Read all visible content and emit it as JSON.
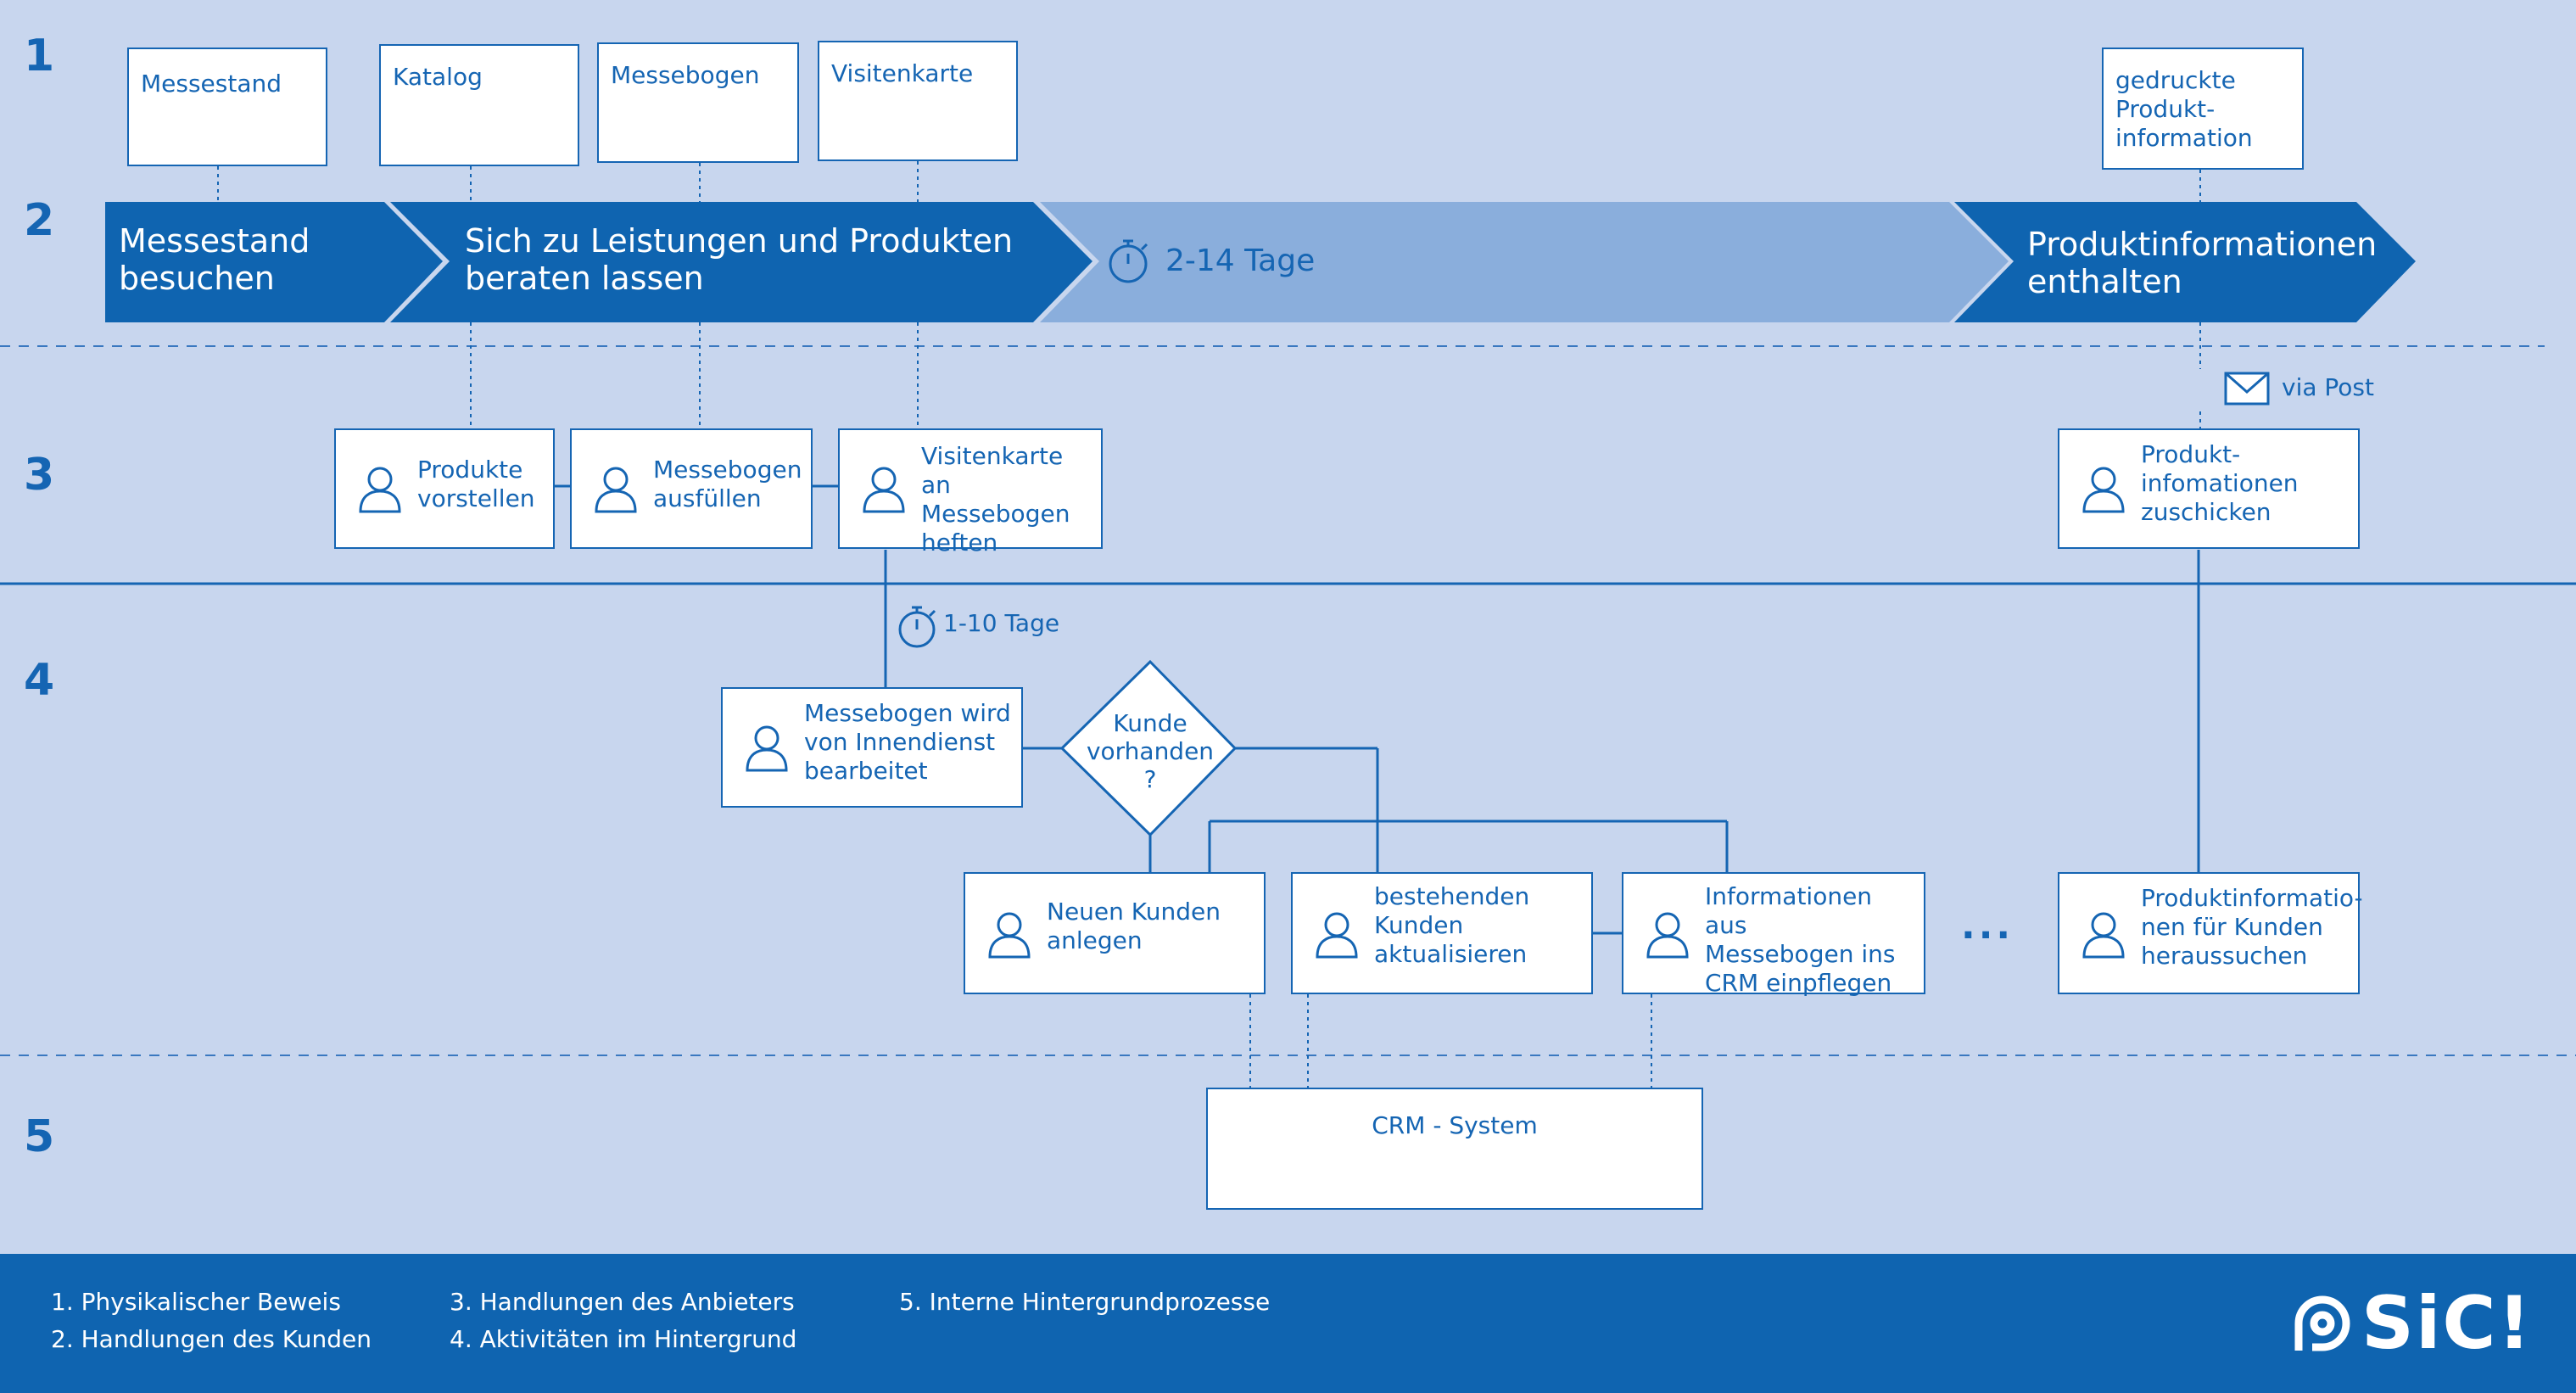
{
  "lanes": [
    "1",
    "2",
    "3",
    "4",
    "5"
  ],
  "physical_evidence": {
    "messestand": "Messestand",
    "katalog": "Katalog",
    "messebogen": "Messebogen",
    "visitenkarte": "Visitenkarte",
    "gedruckte_info": "gedruckte\nProdukt-\ninformation"
  },
  "customer_actions": {
    "step1": "Messestand\nbesuchen",
    "step2": "Sich zu Leistungen und Produkten\nberaten lassen",
    "wait": "2-14 Tage",
    "step3": "Produktinformationen\nenthalten"
  },
  "provider_actions": {
    "produkte_vorstellen": "Produkte\nvorstellen",
    "messebogen_ausfuellen": "Messebogen\nausfüllen",
    "visitenkarte_heften": "Visitenkarte an\nMessebogen\nheften",
    "info_zuschicken": "Produkt-\ninfomationen\nzuschicken",
    "via_post": "via Post"
  },
  "background": {
    "wait": "1-10 Tage",
    "innendienst": "Messebogen wird\nvon Innendienst\nbearbeitet",
    "decision": "Kunde\nvorhanden\n?",
    "neuer_kunde": "Neuen Kunden\nanlegen",
    "bestehend": "bestehenden\nKunden\naktualisieren",
    "crm_pflegen": "Informationen aus\nMessebogen ins\nCRM einpflegen",
    "ellipsis": "...",
    "heraussuchen": "Produktinformatio-\nnen für Kunden\nheraussuchen"
  },
  "internal": {
    "crm": "CRM - System"
  },
  "legend": {
    "l1": "1.  Physikalischer Beweis",
    "l2": "2.  Handlungen des Kunden",
    "l3": "3.  Handlungen des Anbieters",
    "l4": "4.  Aktivitäten im Hintergrund",
    "l5": "5.  Interne Hintergrundprozesse"
  },
  "logo": "SiC!",
  "colors": {
    "background": "#c8d6ee",
    "primary": "#0f64b0",
    "wait_arrow": "#8aaedc",
    "white": "#ffffff"
  }
}
